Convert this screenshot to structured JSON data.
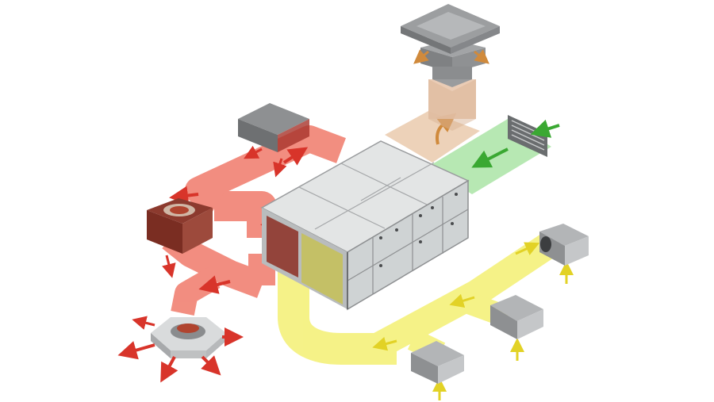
{
  "diagram": {
    "kind": "hvac-air-handling-unit-illustration",
    "labels": [],
    "colors": {
      "supply_air": "#f07a6a",
      "supply_arrow": "#d8342a",
      "return_air": "#f3ef6a",
      "return_arrow": "#e7dc2a",
      "outdoor_air": "#9fe09a",
      "outdoor_arrow": "#3aa832",
      "exhaust_air": "#e9c7a8",
      "exhaust_arrow": "#d08a3c",
      "unit_body": "#cfd3d4",
      "unit_top": "#e6e8e8",
      "hood": "#9a9c9e"
    },
    "icons": [
      "rooftop-exhaust-hood",
      "air-handling-unit",
      "ceiling-diffuser",
      "return-grille-box",
      "outdoor-air-louver",
      "swirl-diffuser"
    ]
  }
}
